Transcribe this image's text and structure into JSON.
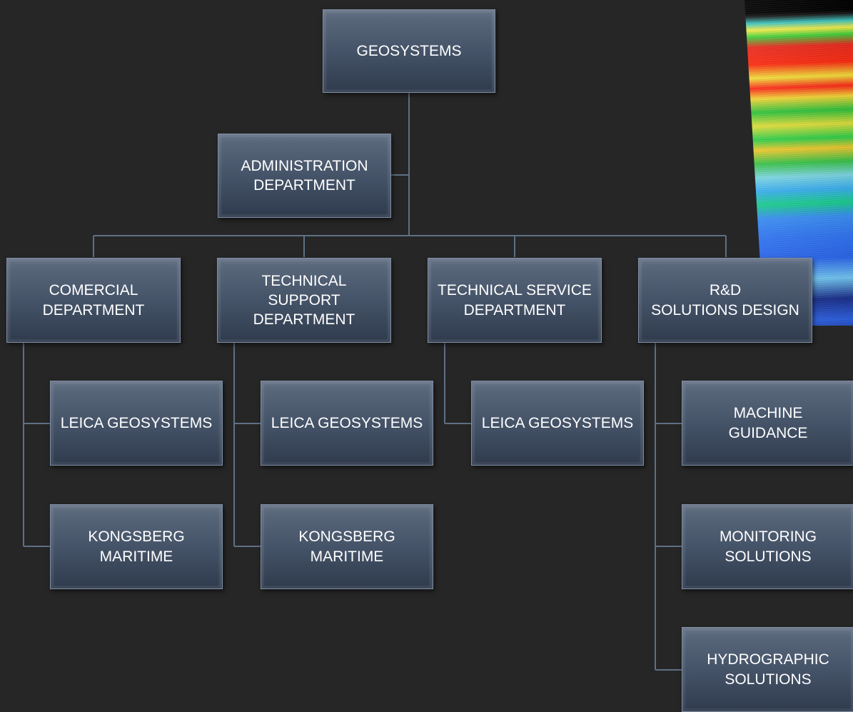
{
  "nodes": {
    "root": "GEOSYSTEMS",
    "admin": "ADMINISTRATION\nDEPARTMENT",
    "commercial": "COMERCIAL\nDEPARTMENT",
    "tech_support": "TECHNICAL\nSUPPORT\nDEPARTMENT",
    "tech_service": "TECHNICAL SERVICE\nDEPARTMENT",
    "rnd": "R&D\nSOLUTIONS DESIGN",
    "commercial_leica": "LEICA GEOSYSTEMS",
    "commercial_kongsberg": "KONGSBERG\nMARITIME",
    "support_leica": "LEICA GEOSYSTEMS",
    "support_kongsberg": "KONGSBERG\nMARITIME",
    "service_leica": "LEICA GEOSYSTEMS",
    "rnd_machine": "MACHINE\nGUIDANCE",
    "rnd_monitoring": "MONITORING\nSOLUTIONS",
    "rnd_hydro": "HYDROGRAPHIC\nSOLUTIONS"
  },
  "colors": {
    "background": "#262626",
    "connector": "#5f7085",
    "box_fill": "#435166",
    "box_text": "#ffffff"
  }
}
